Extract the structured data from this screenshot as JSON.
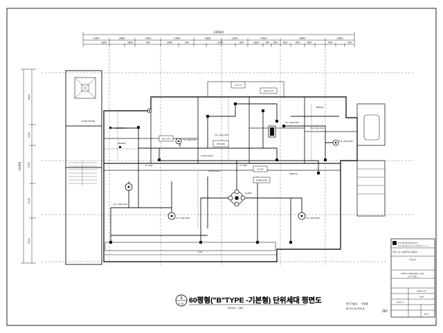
{
  "dimensions": {
    "top_total": "20500",
    "top_row1": [
      "1400",
      "1800",
      "1900",
      "2400",
      "1800",
      "1900",
      "2400",
      "3600",
      "2600"
    ],
    "top_row2": [
      "1600",
      "1800",
      "900",
      "2400",
      "900",
      "2100",
      "900",
      "1800",
      "700",
      "800",
      "600",
      "800",
      "600",
      "400",
      "400"
    ],
    "left_total": "14300",
    "left_parts": [
      "4500",
      "2150",
      "2700",
      "2100",
      "2200"
    ]
  },
  "labels": {
    "sensor_a": "SENSOR DA",
    "door_phone": "DOOR PHONE",
    "sensor_b": "SENSOR",
    "fl_a": "FCL 40W×2EA",
    "fl_b": "FCL 40W×2EA",
    "fl_c": "FCL 40W×2EA",
    "fl_d": "FCL 40W×2EA",
    "fl_e": "FCL 40W×2EA",
    "fl_f": "FCL 40W×2EA",
    "fl_g": "FCL 40W×2EA",
    "fl_h": "FCL 40W×2EA",
    "box_a": "ESS 200A",
    "box_b": "TV ANT",
    "box_c": "INTERPHONE",
    "box_d": "SPEAKER",
    "box_e": "EMR LIGHT",
    "box_f": "LCD TV",
    "pendant": "PL40W",
    "sensor_c": "SENSOR",
    "sensor_d": "SENSOR",
    "mark": "CAB",
    "cond_a": "2.5Φ×2(16C)",
    "cond_b": "4.0Φ×3(22C)",
    "lamp_a": "FL 32W",
    "lamp_b": "CL 20W"
  },
  "title": {
    "number": "1",
    "sheet_ref": "E-61",
    "text": "60평형(\"B\"TYPE -기본형) 단위세대 평면도",
    "scale": "SCALE : 1/60"
  },
  "title_block": {
    "company": "(주)신한 종합건축사사무소",
    "company_en": "SHIN HAN ARCHITECTS & ENGINEERS CO., LTD",
    "project": "부천 신도시 공동주택 신축공사",
    "project_sub": "전기공사",
    "drawing_name": "60평형 단위세대 평면도-기본형",
    "drawing_sub": "(\"B\" TYPE)",
    "dwg_no": "SHE0-701",
    "scale": "1/60",
    "date": "1997.12",
    "sheet_code": "E-61",
    "page_no": "261"
  },
  "stamp": {
    "line1": "전기기술사",
    "line2": "이정훈",
    "line3": "제 123-45-678 호"
  }
}
